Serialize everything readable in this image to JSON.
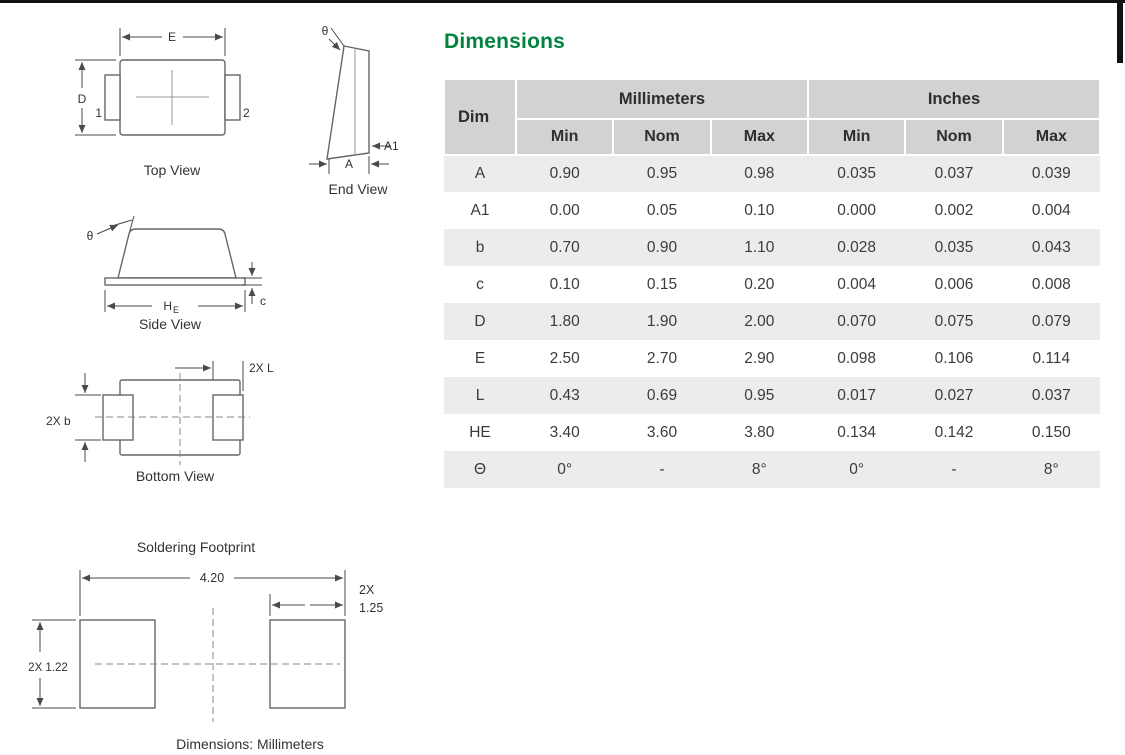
{
  "page": {
    "title": "Dimensions"
  },
  "colors": {
    "accent_green": "#00843D",
    "table_header_bg": "#d2d2d2",
    "table_stripe_bg": "#ececec",
    "rule_black": "#111111"
  },
  "drawings": {
    "top_view": {
      "label": "Top View",
      "dim_e": "E",
      "dim_d": "D",
      "pin1": "1",
      "pin2": "2"
    },
    "end_view": {
      "label": "End View",
      "theta": "θ",
      "dim_a1": "A1",
      "dim_a": "A"
    },
    "side_view": {
      "label": "Side View",
      "theta": "θ",
      "dim_he_main": "H",
      "dim_he_sub": "E",
      "dim_c": "c"
    },
    "bottom_view": {
      "label": "Bottom View",
      "dim_l": "2X L",
      "dim_b": "2X b"
    },
    "footprint": {
      "label": "Soldering Footprint",
      "overall_width": "4.20",
      "pad_count": "2X",
      "pad_width": "1.25",
      "pad_height": "2X 1.22",
      "units_note": "Dimensions: Millimeters"
    }
  },
  "table": {
    "col_dim": "Dim",
    "group_mm": "Millimeters",
    "group_in": "Inches",
    "subheaders": [
      "Min",
      "Nom",
      "Max",
      "Min",
      "Nom",
      "Max"
    ],
    "rows": [
      {
        "dim": "A",
        "values": [
          "0.90",
          "0.95",
          "0.98",
          "0.035",
          "0.037",
          "0.039"
        ]
      },
      {
        "dim": "A1",
        "values": [
          "0.00",
          "0.05",
          "0.10",
          "0.000",
          "0.002",
          "0.004"
        ]
      },
      {
        "dim": "b",
        "values": [
          "0.70",
          "0.90",
          "1.10",
          "0.028",
          "0.035",
          "0.043"
        ]
      },
      {
        "dim": "c",
        "values": [
          "0.10",
          "0.15",
          "0.20",
          "0.004",
          "0.006",
          "0.008"
        ]
      },
      {
        "dim": "D",
        "values": [
          "1.80",
          "1.90",
          "2.00",
          "0.070",
          "0.075",
          "0.079"
        ]
      },
      {
        "dim": "E",
        "values": [
          "2.50",
          "2.70",
          "2.90",
          "0.098",
          "0.106",
          "0.114"
        ]
      },
      {
        "dim": "L",
        "values": [
          "0.43",
          "0.69",
          "0.95",
          "0.017",
          "0.027",
          "0.037"
        ]
      },
      {
        "dim": "HE",
        "values": [
          "3.40",
          "3.60",
          "3.80",
          "0.134",
          "0.142",
          "0.150"
        ]
      },
      {
        "dim": "Θ",
        "values": [
          "0°",
          "-",
          "8°",
          "0°",
          "-",
          "8°"
        ]
      }
    ]
  }
}
